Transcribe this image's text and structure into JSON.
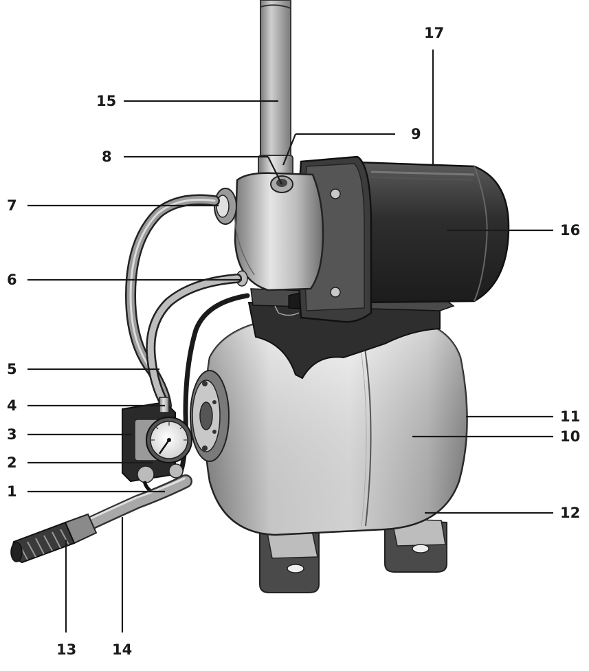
{
  "callouts": [
    {
      "id": "1",
      "label": "1"
    },
    {
      "id": "2",
      "label": "2"
    },
    {
      "id": "3",
      "label": "3"
    },
    {
      "id": "4",
      "label": "4"
    },
    {
      "id": "5",
      "label": "5"
    },
    {
      "id": "6",
      "label": "6"
    },
    {
      "id": "7",
      "label": "7"
    },
    {
      "id": "8",
      "label": "8"
    },
    {
      "id": "9",
      "label": "9"
    },
    {
      "id": "10",
      "label": "10"
    },
    {
      "id": "11",
      "label": "11"
    },
    {
      "id": "12",
      "label": "12"
    },
    {
      "id": "13",
      "label": "13"
    },
    {
      "id": "14",
      "label": "14"
    },
    {
      "id": "15",
      "label": "15"
    },
    {
      "id": "16",
      "label": "16"
    },
    {
      "id": "17",
      "label": "17"
    }
  ],
  "colors": {
    "ink": "#1a1a1a",
    "motor": "#3a3a3a",
    "tank": "#d6d6d6",
    "steel": "#b9b9b9"
  }
}
